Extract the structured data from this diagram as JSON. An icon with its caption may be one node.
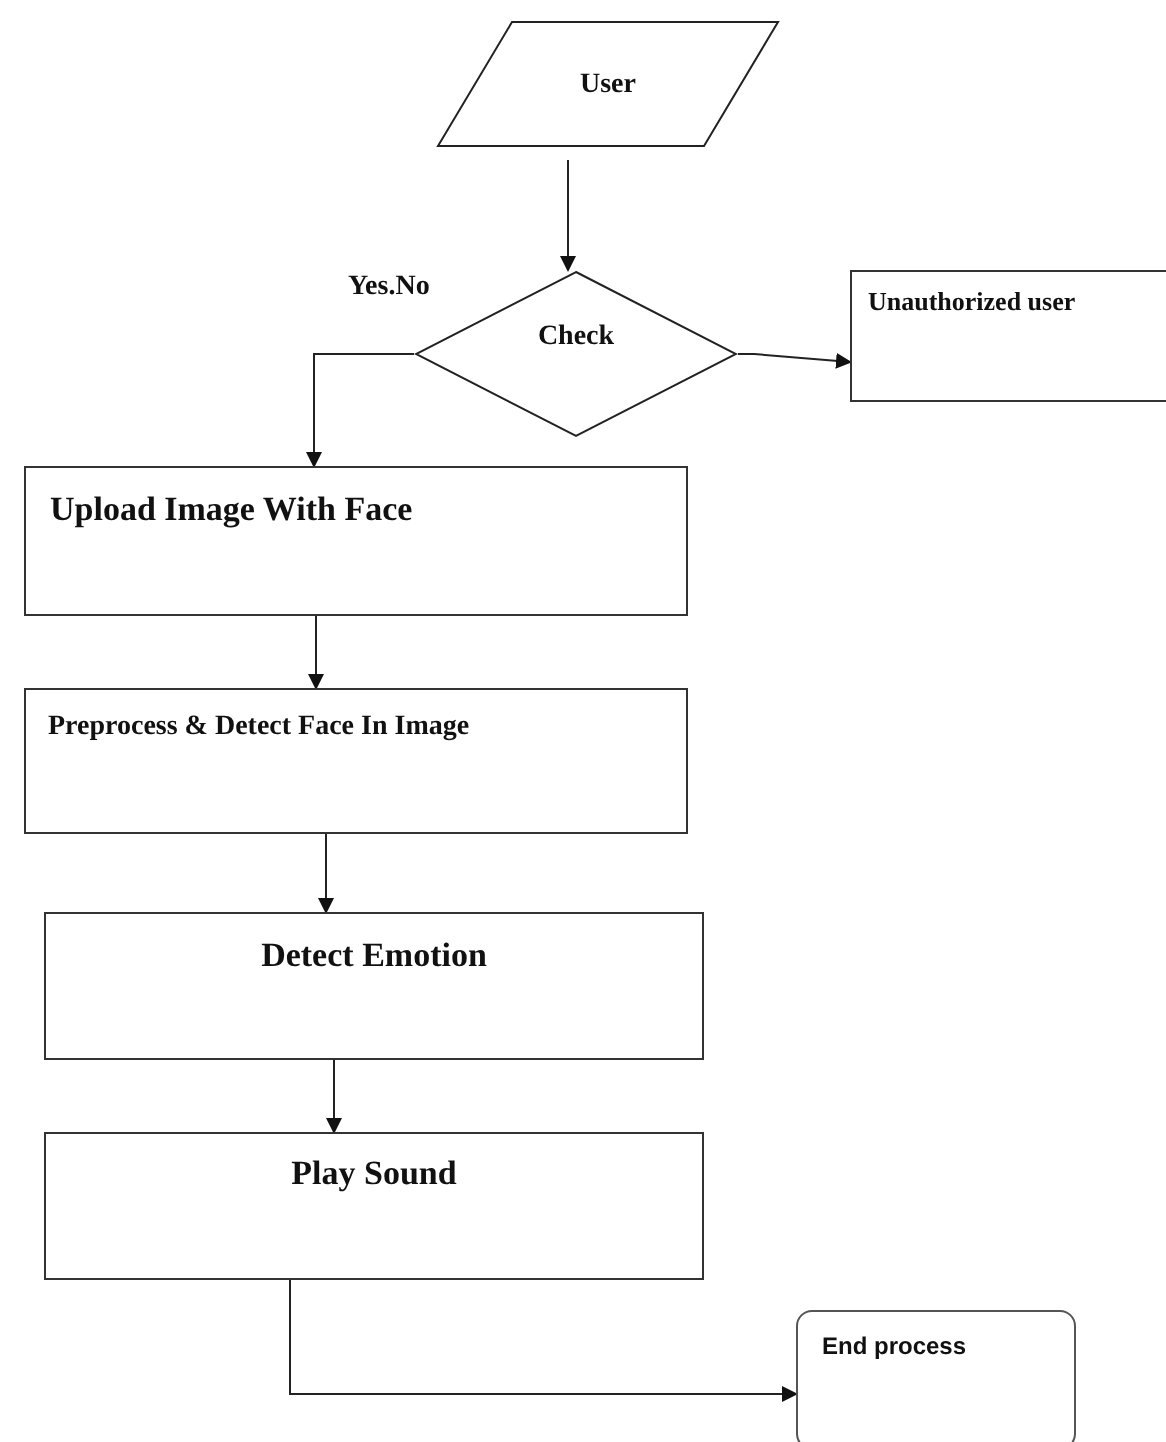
{
  "diagram": {
    "nodes": [
      {
        "text": [
          "User"
        ]
      },
      {
        "text": [
          "Check"
        ]
      },
      {
        "text": [
          "Unauthorized user"
        ]
      },
      {
        "text": [
          "Upload Image With Face"
        ]
      },
      {
        "text": [
          "Preprocess & Detect Face In Image"
        ]
      },
      {
        "text": [
          "Detect Emotion"
        ]
      },
      {
        "text": [
          "Play Sound"
        ]
      },
      {
        "text": [
          "End process"
        ]
      }
    ],
    "edges": [
      {
        "from": 0,
        "to": 1,
        "arrow": "to"
      },
      {
        "from": 1,
        "to": 2,
        "arrow": "to"
      },
      {
        "from": 1,
        "to": 3,
        "arrow": "to"
      },
      {
        "from": 3,
        "to": 4,
        "arrow": "to"
      },
      {
        "from": 4,
        "to": 5,
        "arrow": "to"
      },
      {
        "from": 5,
        "to": 6,
        "arrow": "to"
      },
      {
        "from": 6,
        "to": 7,
        "arrow": "to"
      }
    ],
    "labels": [
      "Yes.No"
    ]
  }
}
